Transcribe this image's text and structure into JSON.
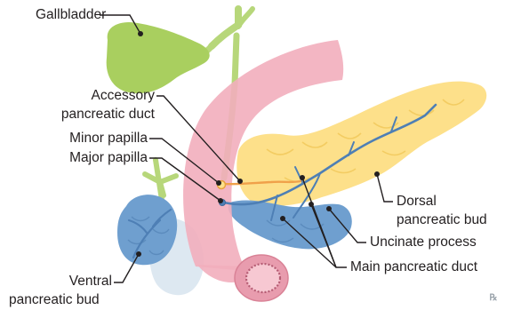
{
  "labels": {
    "gallbladder": "Gallbladder",
    "accessory_duct_line1": "Accessory",
    "accessory_duct_line2": "pancreatic duct",
    "minor_papilla": "Minor papilla",
    "major_papilla": "Major papilla",
    "dorsal_bud_line1": "Dorsal",
    "dorsal_bud_line2": "pancreatic bud",
    "uncinate_process": "Uncinate process",
    "main_duct": "Main pancreatic duct",
    "ventral_bud_line1": "Ventral",
    "ventral_bud_line2": "pancreatic bud"
  },
  "logo": "℞",
  "colors": {
    "gallbladder": "#a9cf5f",
    "bile_duct": "#b7d77a",
    "duodenum": "#f2aebd",
    "dorsal_pancreas": "#fde08a",
    "ventral_pancreas": "#6f9fcf",
    "faded_ventral": "#d7e4ef",
    "duct_blue": "#4e7fb5",
    "duct_orange": "#f0a14a",
    "leader_line": "#231f20"
  }
}
